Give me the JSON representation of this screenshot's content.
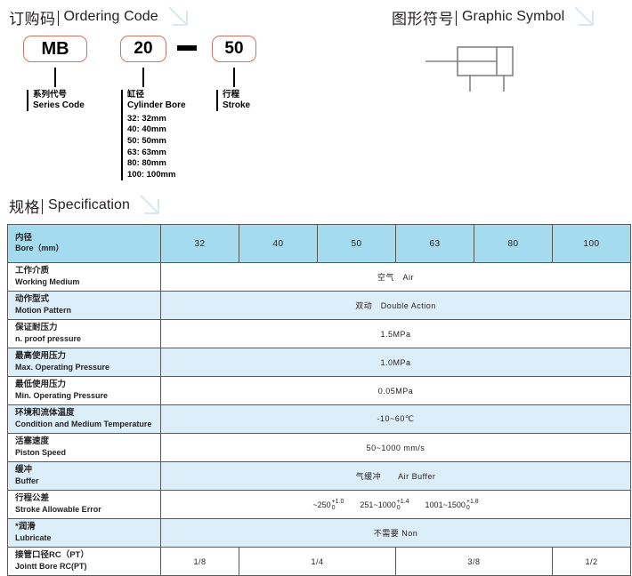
{
  "ordering_code": {
    "heading_cn": "订购码",
    "heading_en": "Ordering Code",
    "boxes": {
      "series": "MB",
      "bore": "20",
      "stroke": "50",
      "separator": "–"
    },
    "legends": [
      {
        "cn": "系列代号",
        "en": "Series Code",
        "options": []
      },
      {
        "cn": "缸径",
        "en": "Cylinder Bore",
        "options": [
          "32: 32mm",
          "40: 40mm",
          "50: 50mm",
          "63: 63mm",
          "80: 80mm",
          "100: 100mm"
        ]
      },
      {
        "cn": "行程",
        "en": "Stroke",
        "options": []
      }
    ]
  },
  "graphic_symbol": {
    "heading_cn": "图形符号",
    "heading_en": "Graphic Symbol",
    "symbol_name": "double-acting-cylinder-symbol"
  },
  "specification": {
    "heading_cn": "规格",
    "heading_en": "Specification",
    "rows": [
      {
        "label_cn": "内径",
        "label_en": "Bore（mm）",
        "style": "hdr",
        "cells": [
          {
            "text": "32",
            "span": 1
          },
          {
            "text": "40",
            "span": 1
          },
          {
            "text": "50",
            "span": 1
          },
          {
            "text": "63",
            "span": 1
          },
          {
            "text": "80",
            "span": 1
          },
          {
            "text": "100",
            "span": 1
          }
        ]
      },
      {
        "label_cn": "工作介质",
        "label_en": "Working  Medium",
        "style": "plain",
        "cells": [
          {
            "text": "空气　Air",
            "span": 6
          }
        ]
      },
      {
        "label_cn": "动作型式",
        "label_en": "Motion Pattern",
        "style": "shade",
        "cells": [
          {
            "text": "双动　Double Action",
            "span": 6
          }
        ]
      },
      {
        "label_cn": "保证耐压力",
        "label_en": "n. proof pressure",
        "style": "plain",
        "cells": [
          {
            "text": "1.5MPa",
            "span": 6
          }
        ]
      },
      {
        "label_cn": "最高使用压力",
        "label_en": "Max. Operating Pressure",
        "style": "shade",
        "cells": [
          {
            "text": "1.0MPa",
            "span": 6
          }
        ]
      },
      {
        "label_cn": "最低使用压力",
        "label_en": "Min. Operating Pressure",
        "style": "plain",
        "cells": [
          {
            "text": "0.05MPa",
            "span": 6
          }
        ]
      },
      {
        "label_cn": "环境和流体温度",
        "label_en": "Condition and Medium Temperature",
        "style": "shade",
        "cells": [
          {
            "text": "-10~60℃",
            "span": 6
          }
        ]
      },
      {
        "label_cn": "活塞速度",
        "label_en": "Piston Speed",
        "style": "plain",
        "cells": [
          {
            "text": "50~1000 mm/s",
            "span": 6
          }
        ]
      },
      {
        "label_cn": "缓冲",
        "label_en": "Buffer",
        "style": "shade",
        "cells": [
          {
            "text": "气缓冲　　Air Buffer",
            "span": 6
          }
        ]
      },
      {
        "label_cn": "行程公差",
        "label_en": "Stroke Allowable Error",
        "style": "plain",
        "tolerances": [
          {
            "range": "~250",
            "upper": "+1.0",
            "lower": "0"
          },
          {
            "range": "251~1000",
            "upper": "+1.4",
            "lower": "0"
          },
          {
            "range": "1001~1500",
            "upper": "+1.8",
            "lower": "0"
          }
        ],
        "cells": []
      },
      {
        "label_cn": "*润滑",
        "label_en": "Lubricate",
        "style": "shade",
        "cells": [
          {
            "text": "不需要 Non",
            "span": 6
          }
        ]
      },
      {
        "label_cn": "接管口径RC（PT）",
        "label_en": "Jointt Bore RC(PT)",
        "style": "plain",
        "cells": [
          {
            "text": "1/8",
            "span": 1
          },
          {
            "text": "1/4",
            "span": 2
          },
          {
            "text": "3/8",
            "span": 2
          },
          {
            "text": "1/2",
            "span": 1
          }
        ]
      }
    ]
  },
  "colors": {
    "header_blue": "#a5dbee",
    "row_blue": "#ddeefb",
    "border_gray": "#58595b",
    "box_border_red": "#c8766a",
    "deco_blue": "#b9d4e8"
  }
}
